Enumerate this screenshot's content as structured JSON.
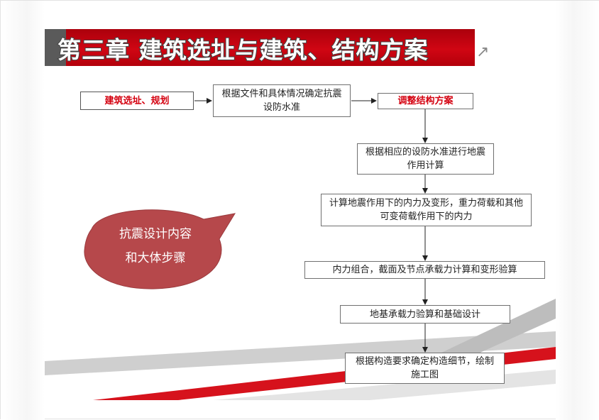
{
  "title": "第三章  建筑选址与建筑、结构方案",
  "title_trailing_glyph": "↗",
  "colors": {
    "accent_red": "#d4000f",
    "title_red": "#c8000f",
    "bubble_red": "#b6484b",
    "stripe_gray": "#cfcfcf"
  },
  "flow": {
    "site": "建筑选址、规划",
    "fortify": "根据文件和具体情况确定抗震设防水准",
    "adjust": "调整结构方案",
    "seismic": "根据相应的设防水准进行地震作用计算",
    "internal": "计算地震作用下的内力及变形，重力荷载和其他可变荷载作用下的内力",
    "combo": "内力组合，截面及节点承载力计算和变形验算",
    "foundation": "地基承载力验算和基础设计",
    "detail": "根据构造要求确定构造细节，绘制施工图"
  },
  "bubble": {
    "line1": "抗震设计内容",
    "line2": "和大体步骤"
  }
}
